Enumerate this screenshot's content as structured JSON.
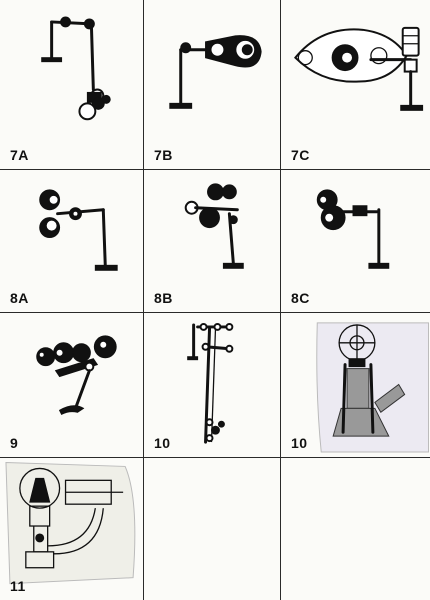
{
  "figures": [
    {
      "label": "7A"
    },
    {
      "label": "7B"
    },
    {
      "label": "7C"
    },
    {
      "label": "8A"
    },
    {
      "label": "8B"
    },
    {
      "label": "8C"
    },
    {
      "label": "9"
    },
    {
      "label": "10"
    },
    {
      "label": "10"
    },
    {
      "label": "11"
    },
    {
      "label": ""
    },
    {
      "label": ""
    }
  ]
}
